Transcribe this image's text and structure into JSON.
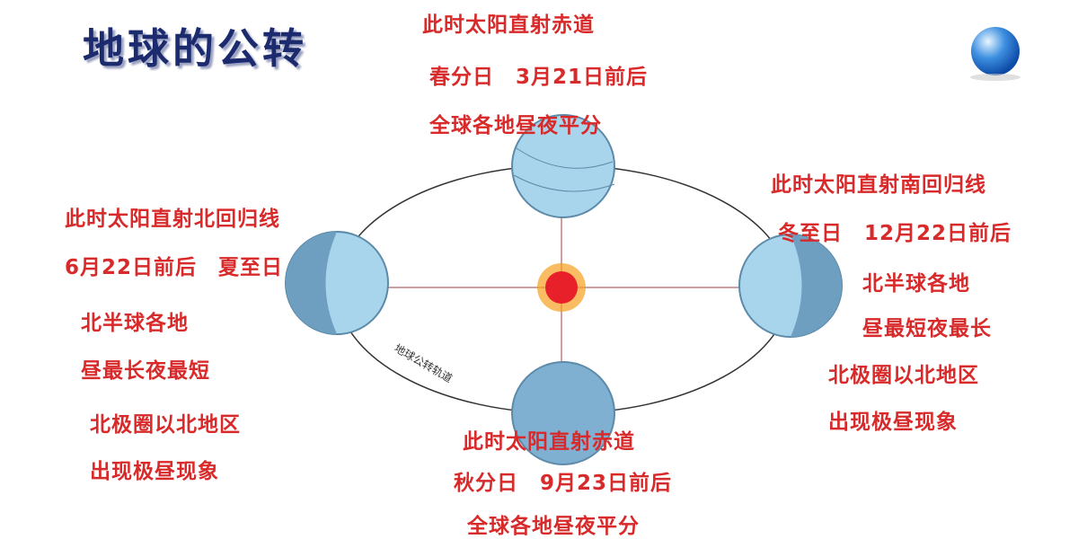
{
  "title": "地球的公转",
  "orbit_label": "地球公转轨道",
  "spring": {
    "line1": "此时太阳直射赤道",
    "line2": "春分日　3月21日前后",
    "line3": "全球各地昼夜平分"
  },
  "summer": {
    "line1": "此时太阳直射北回归线",
    "line2": "6月22日前后　夏至日",
    "line3": "北半球各地",
    "line4": "昼最长夜最短",
    "line5": "北极圈以北地区",
    "line6": "出现极昼现象"
  },
  "winter": {
    "line1": "此时太阳直射南回归线",
    "line2": "冬至日　12月22日前后",
    "line3": "北半球各地",
    "line4": "昼最短夜最长",
    "line5": "北极圈以北地区",
    "line6": "出现极昼现象"
  },
  "autumn": {
    "line1": "此时太阳直射赤道",
    "line2": "秋分日　9月23日前后",
    "line3": "全球各地昼夜平分"
  },
  "colors": {
    "text": "#d82a2a",
    "title": "#1c2a6e",
    "globe": "#a8d4ec",
    "globe_dark": "#6e9fc0",
    "sun": "#e8202a"
  }
}
